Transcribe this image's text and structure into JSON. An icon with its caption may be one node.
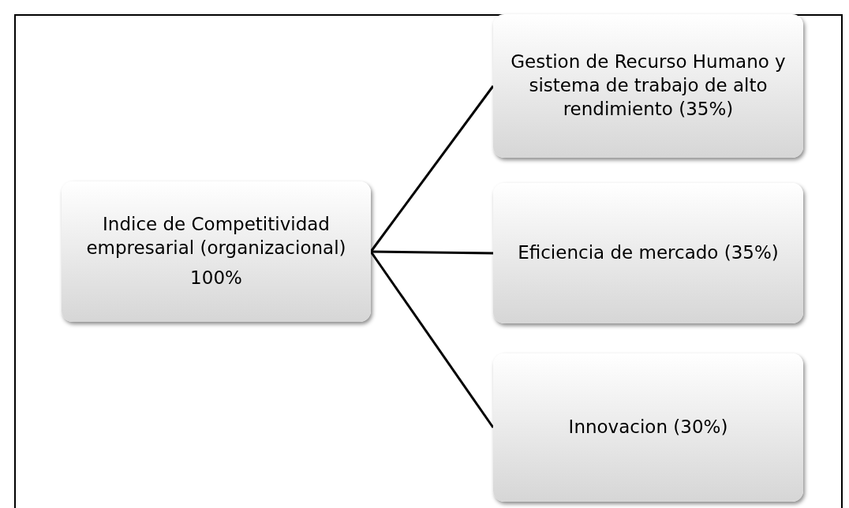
{
  "diagram": {
    "nodes": [
      {
        "text": [
          "Indice de Competitividad empresarial (organizacional)",
          "100%"
        ]
      },
      {
        "text": [
          "Gestion de Recurso Humano y sistema de trabajo de alto rendimiento (35%)"
        ]
      },
      {
        "text": [
          "Eficiencia de mercado (35%)"
        ]
      },
      {
        "text": [
          "Innovacion (30%)"
        ]
      }
    ],
    "edges": [
      {
        "from": 0,
        "to": 1,
        "arrow": "none"
      },
      {
        "from": 0,
        "to": 2,
        "arrow": "none"
      },
      {
        "from": 0,
        "to": 3,
        "arrow": "none"
      }
    ]
  }
}
